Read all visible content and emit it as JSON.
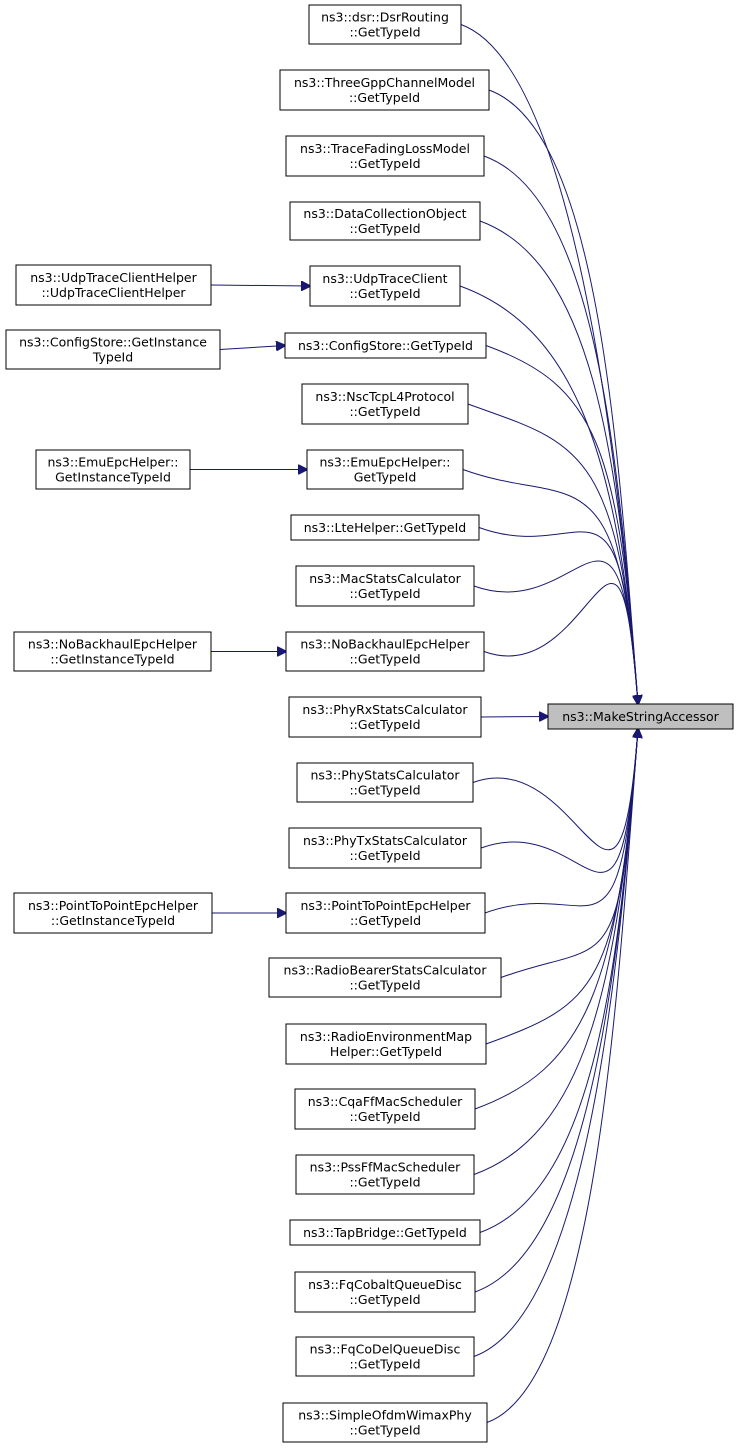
{
  "graph": {
    "target": {
      "id": "target",
      "lines": [
        "ns3::MakeStringAccessor"
      ]
    },
    "callers": [
      {
        "id": "dsr",
        "lines": [
          "ns3::dsr::DsrRouting",
          "::GetTypeId"
        ]
      },
      {
        "id": "threegpp",
        "lines": [
          "ns3::ThreeGppChannelModel",
          "::GetTypeId"
        ]
      },
      {
        "id": "tracefading",
        "lines": [
          "ns3::TraceFadingLossModel",
          "::GetTypeId"
        ]
      },
      {
        "id": "datacollection",
        "lines": [
          "ns3::DataCollectionObject",
          "::GetTypeId"
        ]
      },
      {
        "id": "udptraceclient",
        "lines": [
          "ns3::UdpTraceClient",
          "::GetTypeId"
        ]
      },
      {
        "id": "configstore",
        "lines": [
          "ns3::ConfigStore::GetTypeId"
        ]
      },
      {
        "id": "nsctcp",
        "lines": [
          "ns3::NscTcpL4Protocol",
          "::GetTypeId"
        ]
      },
      {
        "id": "emuepc",
        "lines": [
          "ns3::EmuEpcHelper::",
          "GetTypeId"
        ]
      },
      {
        "id": "ltehelper",
        "lines": [
          "ns3::LteHelper::GetTypeId"
        ]
      },
      {
        "id": "macstats",
        "lines": [
          "ns3::MacStatsCalculator",
          "::GetTypeId"
        ]
      },
      {
        "id": "nobackhaul",
        "lines": [
          "ns3::NoBackhaulEpcHelper",
          "::GetTypeId"
        ]
      },
      {
        "id": "phyrx",
        "lines": [
          "ns3::PhyRxStatsCalculator",
          "::GetTypeId"
        ]
      },
      {
        "id": "phystats",
        "lines": [
          "ns3::PhyStatsCalculator",
          "::GetTypeId"
        ]
      },
      {
        "id": "phytx",
        "lines": [
          "ns3::PhyTxStatsCalculator",
          "::GetTypeId"
        ]
      },
      {
        "id": "p2pepc",
        "lines": [
          "ns3::PointToPointEpcHelper",
          "::GetTypeId"
        ]
      },
      {
        "id": "radiobearer",
        "lines": [
          "ns3::RadioBearerStatsCalculator",
          "::GetTypeId"
        ]
      },
      {
        "id": "rem",
        "lines": [
          "ns3::RadioEnvironmentMap",
          "Helper::GetTypeId"
        ]
      },
      {
        "id": "cqa",
        "lines": [
          "ns3::CqaFfMacScheduler",
          "::GetTypeId"
        ]
      },
      {
        "id": "pss",
        "lines": [
          "ns3::PssFfMacScheduler",
          "::GetTypeId"
        ]
      },
      {
        "id": "tapbridge",
        "lines": [
          "ns3::TapBridge::GetTypeId"
        ]
      },
      {
        "id": "fqcobalt",
        "lines": [
          "ns3::FqCobaltQueueDisc",
          "::GetTypeId"
        ]
      },
      {
        "id": "fqcodel",
        "lines": [
          "ns3::FqCoDelQueueDisc",
          "::GetTypeId"
        ]
      },
      {
        "id": "wimax",
        "lines": [
          "ns3::SimpleOfdmWimaxPhy",
          "::GetTypeId"
        ]
      }
    ],
    "secondary": [
      {
        "id": "udphelper",
        "lines": [
          "ns3::UdpTraceClientHelper",
          "::UdpTraceClientHelper"
        ],
        "calls": "udptraceclient"
      },
      {
        "id": "configinst",
        "lines": [
          "ns3::ConfigStore::GetInstance",
          "TypeId"
        ],
        "calls": "configstore"
      },
      {
        "id": "emuinst",
        "lines": [
          "ns3::EmuEpcHelper::",
          "GetInstanceTypeId"
        ],
        "calls": "emuepc"
      },
      {
        "id": "nobackinst",
        "lines": [
          "ns3::NoBackhaulEpcHelper",
          "::GetInstanceTypeId"
        ],
        "calls": "nobackhaul"
      },
      {
        "id": "p2pinst",
        "lines": [
          "ns3::PointToPointEpcHelper",
          "::GetInstanceTypeId"
        ],
        "calls": "p2pepc"
      }
    ],
    "colors": {
      "edge": "#191970",
      "target_fill": "#bfbfbf",
      "node_border": "#000000"
    }
  }
}
